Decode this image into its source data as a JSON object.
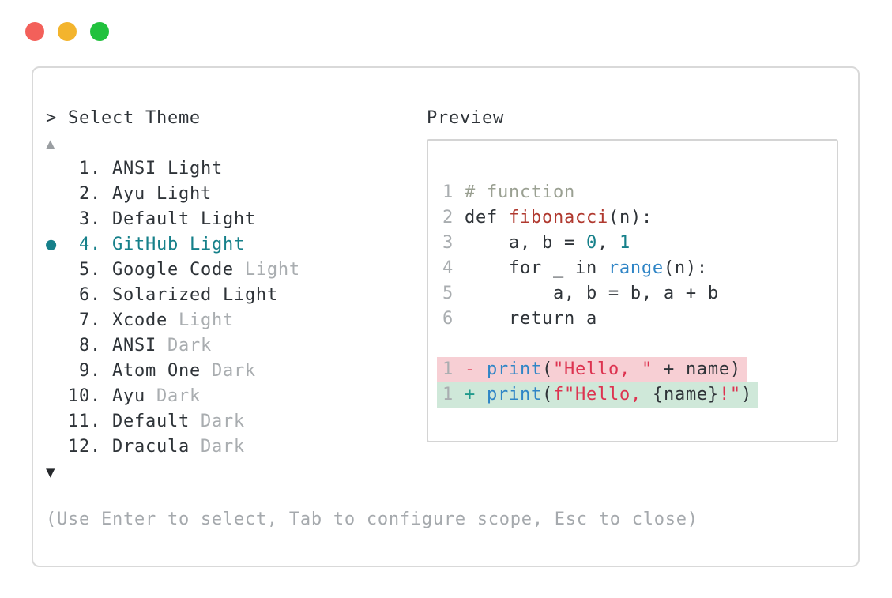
{
  "window": {
    "traffic_lights": {
      "close": "#f3605a",
      "minimize": "#f3b42d",
      "zoom": "#21c13d"
    }
  },
  "selector": {
    "prompt": "> Select Theme",
    "scroll_up_icon": "▲",
    "scroll_down_icon": "▼",
    "selected_bullet": "●",
    "items": [
      {
        "num": "1",
        "name": "ANSI",
        "variant": "Light",
        "variant_muted": false,
        "selected": false
      },
      {
        "num": "2",
        "name": "Ayu",
        "variant": "Light",
        "variant_muted": false,
        "selected": false
      },
      {
        "num": "3",
        "name": "Default",
        "variant": "Light",
        "variant_muted": false,
        "selected": false
      },
      {
        "num": "4",
        "name": "GitHub",
        "variant": "Light",
        "variant_muted": false,
        "selected": true
      },
      {
        "num": "5",
        "name": "Google Code",
        "variant": "Light",
        "variant_muted": true,
        "selected": false
      },
      {
        "num": "6",
        "name": "Solarized",
        "variant": "Light",
        "variant_muted": false,
        "selected": false
      },
      {
        "num": "7",
        "name": "Xcode",
        "variant": "Light",
        "variant_muted": true,
        "selected": false
      },
      {
        "num": "8",
        "name": "ANSI",
        "variant": "Dark",
        "variant_muted": true,
        "selected": false
      },
      {
        "num": "9",
        "name": "Atom One",
        "variant": "Dark",
        "variant_muted": true,
        "selected": false
      },
      {
        "num": "10",
        "name": "Ayu",
        "variant": "Dark",
        "variant_muted": true,
        "selected": false
      },
      {
        "num": "11",
        "name": "Default",
        "variant": "Dark",
        "variant_muted": true,
        "selected": false
      },
      {
        "num": "12",
        "name": "Dracula",
        "variant": "Dark",
        "variant_muted": true,
        "selected": false
      }
    ],
    "hint": "(Use Enter to select, Tab to configure scope, Esc to close)"
  },
  "preview": {
    "title": "Preview",
    "code_lines": [
      {
        "num": "1",
        "tokens": [
          {
            "t": "# function",
            "c": "comment"
          }
        ]
      },
      {
        "num": "2",
        "tokens": [
          {
            "t": "def ",
            "c": "code"
          },
          {
            "t": "fibonacci",
            "c": "func"
          },
          {
            "t": "(n):",
            "c": "code"
          }
        ]
      },
      {
        "num": "3",
        "tokens": [
          {
            "t": "    a, b = ",
            "c": "code"
          },
          {
            "t": "0",
            "c": "num"
          },
          {
            "t": ", ",
            "c": "code"
          },
          {
            "t": "1",
            "c": "num"
          }
        ]
      },
      {
        "num": "4",
        "tokens": [
          {
            "t": "    for _ in ",
            "c": "code"
          },
          {
            "t": "range",
            "c": "blue"
          },
          {
            "t": "(n):",
            "c": "code"
          }
        ]
      },
      {
        "num": "5",
        "tokens": [
          {
            "t": "        a, b = b, a + b",
            "c": "code"
          }
        ]
      },
      {
        "num": "6",
        "tokens": [
          {
            "t": "    return a",
            "c": "code"
          }
        ]
      }
    ],
    "diff_lines": [
      {
        "num": "1",
        "kind": "removed",
        "tokens": [
          {
            "t": "- ",
            "c": "minus"
          },
          {
            "t": "print",
            "c": "blue"
          },
          {
            "t": "(",
            "c": "code"
          },
          {
            "t": "\"Hello, \"",
            "c": "string"
          },
          {
            "t": " + name)",
            "c": "code"
          }
        ]
      },
      {
        "num": "1",
        "kind": "added",
        "tokens": [
          {
            "t": "+ ",
            "c": "plus"
          },
          {
            "t": "print",
            "c": "blue"
          },
          {
            "t": "(",
            "c": "code"
          },
          {
            "t": "f\"Hello, ",
            "c": "string"
          },
          {
            "t": "{name}",
            "c": "code"
          },
          {
            "t": "!\"",
            "c": "string"
          },
          {
            "t": ")",
            "c": "code"
          }
        ]
      }
    ]
  },
  "colors": {
    "ink": "#2e3338",
    "muted": "#a9adb0",
    "hint": "#a5a9ad",
    "accent_teal": "#16808a",
    "comment": "#9aa092",
    "func_red": "#b0392f",
    "string_red": "#dd3350",
    "blue": "#2f85c6",
    "minus": "#e4556b",
    "plus": "#219a8c",
    "diff_removed_bg": "#f7cfd4",
    "diff_added_bg": "#cfe8d9",
    "window_border": "#d9d9d9",
    "box_border": "#d4d4d4"
  }
}
